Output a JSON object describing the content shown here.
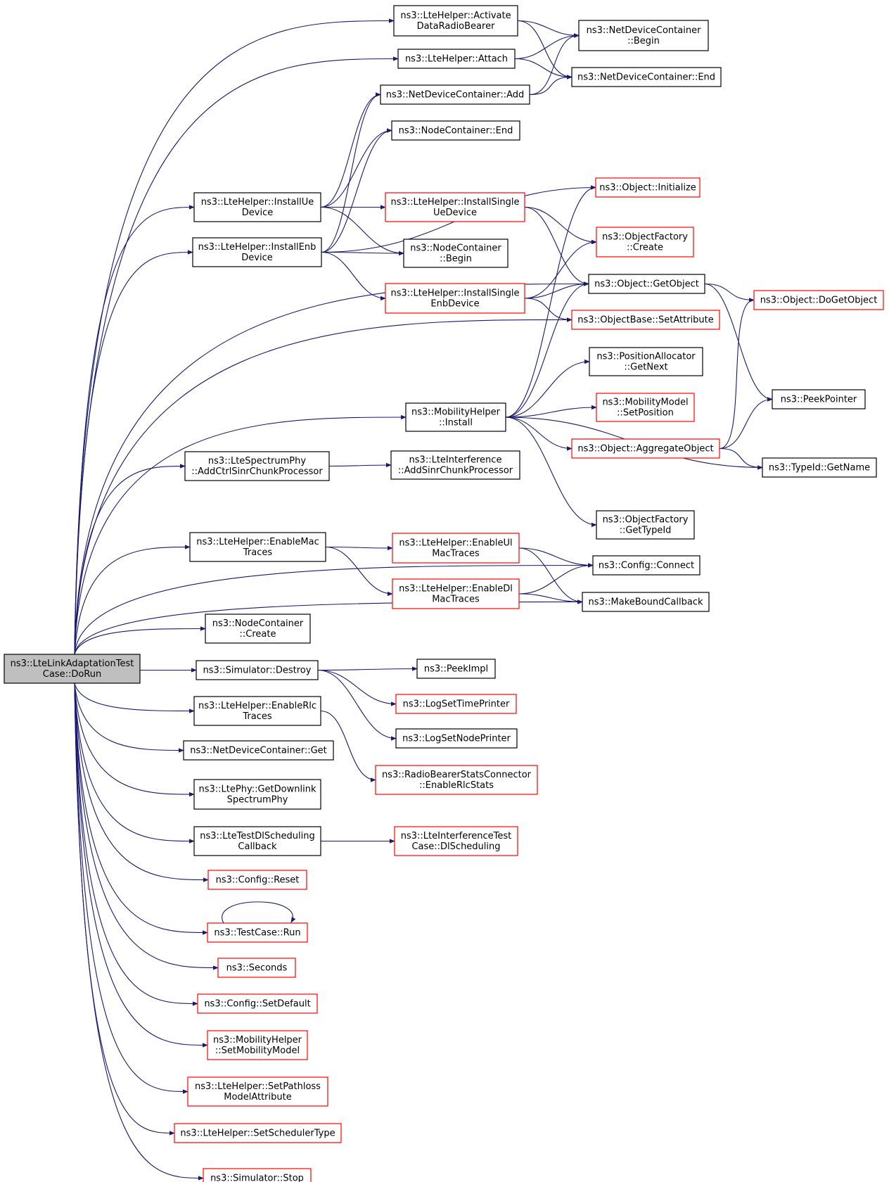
{
  "colors": {
    "edge": "#191970",
    "border_linked": "#000000",
    "border_unlinked": "#ff0000",
    "root_fill": "#bfbfbf",
    "fill": "#ffffff"
  },
  "nodes": [
    {
      "id": "root",
      "lines": [
        "ns3::LteLinkAdaptationTest",
        "Case::DoRun"
      ],
      "style": "root"
    },
    {
      "id": "activate",
      "lines": [
        "ns3::LteHelper::Activate",
        "DataRadioBearer"
      ],
      "style": "black"
    },
    {
      "id": "attach",
      "lines": [
        "ns3::LteHelper::Attach"
      ],
      "style": "black"
    },
    {
      "id": "ndcAdd",
      "lines": [
        "ns3::NetDeviceContainer::Add"
      ],
      "style": "black"
    },
    {
      "id": "ncEnd",
      "lines": [
        "ns3::NodeContainer::End"
      ],
      "style": "black"
    },
    {
      "id": "ndcBegin",
      "lines": [
        "ns3::NetDeviceContainer",
        "::Begin"
      ],
      "style": "black"
    },
    {
      "id": "ndcEnd",
      "lines": [
        "ns3::NetDeviceContainer::End"
      ],
      "style": "black"
    },
    {
      "id": "installUe",
      "lines": [
        "ns3::LteHelper::InstallUe",
        "Device"
      ],
      "style": "black"
    },
    {
      "id": "installEnb",
      "lines": [
        "ns3::LteHelper::InstallEnb",
        "Device"
      ],
      "style": "black"
    },
    {
      "id": "installSingleUe",
      "lines": [
        "ns3::LteHelper::InstallSingle",
        "UeDevice"
      ],
      "style": "red"
    },
    {
      "id": "installSingleEnb",
      "lines": [
        "ns3::LteHelper::InstallSingle",
        "EnbDevice"
      ],
      "style": "red"
    },
    {
      "id": "ncBegin",
      "lines": [
        "ns3::NodeContainer",
        "::Begin"
      ],
      "style": "black"
    },
    {
      "id": "objInit",
      "lines": [
        "ns3::Object::Initialize"
      ],
      "style": "red"
    },
    {
      "id": "ofCreate",
      "lines": [
        "ns3::ObjectFactory",
        "::Create"
      ],
      "style": "red"
    },
    {
      "id": "getObject",
      "lines": [
        "ns3::Object::GetObject"
      ],
      "style": "black"
    },
    {
      "id": "doGetObject",
      "lines": [
        "ns3::Object::DoGetObject"
      ],
      "style": "red"
    },
    {
      "id": "setAttr",
      "lines": [
        "ns3::ObjectBase::SetAttribute"
      ],
      "style": "red"
    },
    {
      "id": "posAlloc",
      "lines": [
        "ns3::PositionAllocator",
        "::GetNext"
      ],
      "style": "black"
    },
    {
      "id": "mobInstall",
      "lines": [
        "ns3::MobilityHelper",
        "::Install"
      ],
      "style": "black"
    },
    {
      "id": "mobSetPos",
      "lines": [
        "ns3::MobilityModel",
        "::SetPosition"
      ],
      "style": "red"
    },
    {
      "id": "peekPointer",
      "lines": [
        "ns3::PeekPointer"
      ],
      "style": "black"
    },
    {
      "id": "aggregate",
      "lines": [
        "ns3::Object::AggregateObject"
      ],
      "style": "red"
    },
    {
      "id": "typeIdName",
      "lines": [
        "ns3::TypeId::GetName"
      ],
      "style": "black"
    },
    {
      "id": "addCtrl",
      "lines": [
        "ns3::LteSpectrumPhy",
        "::AddCtrlSinrChunkProcessor"
      ],
      "style": "black"
    },
    {
      "id": "addSinr",
      "lines": [
        "ns3::LteInterference",
        "::AddSinrChunkProcessor"
      ],
      "style": "black"
    },
    {
      "id": "ofGetTypeId",
      "lines": [
        "ns3::ObjectFactory",
        "::GetTypeId"
      ],
      "style": "black"
    },
    {
      "id": "enableMac",
      "lines": [
        "ns3::LteHelper::EnableMac",
        "Traces"
      ],
      "style": "black"
    },
    {
      "id": "enableUl",
      "lines": [
        "ns3::LteHelper::EnableUl",
        "MacTraces"
      ],
      "style": "red"
    },
    {
      "id": "enableDl",
      "lines": [
        "ns3::LteHelper::EnableDl",
        "MacTraces"
      ],
      "style": "red"
    },
    {
      "id": "cfgConnect",
      "lines": [
        "ns3::Config::Connect"
      ],
      "style": "black"
    },
    {
      "id": "mkBound",
      "lines": [
        "ns3::MakeBoundCallback"
      ],
      "style": "black"
    },
    {
      "id": "ncCreate",
      "lines": [
        "ns3::NodeContainer",
        "::Create"
      ],
      "style": "black"
    },
    {
      "id": "simDestroy",
      "lines": [
        "ns3::Simulator::Destroy"
      ],
      "style": "black"
    },
    {
      "id": "peekImpl",
      "lines": [
        "ns3::PeekImpl"
      ],
      "style": "black"
    },
    {
      "id": "logTime",
      "lines": [
        "ns3::LogSetTimePrinter"
      ],
      "style": "red"
    },
    {
      "id": "logNode",
      "lines": [
        "ns3::LogSetNodePrinter"
      ],
      "style": "black"
    },
    {
      "id": "enableRlc",
      "lines": [
        "ns3::LteHelper::EnableRlc",
        "Traces"
      ],
      "style": "black"
    },
    {
      "id": "ndcGet",
      "lines": [
        "ns3::NetDeviceContainer::Get"
      ],
      "style": "black"
    },
    {
      "id": "rbStats",
      "lines": [
        "ns3::RadioBearerStatsConnector",
        "::EnableRlcStats"
      ],
      "style": "red"
    },
    {
      "id": "ltePhy",
      "lines": [
        "ns3::LtePhy::GetDownlink",
        "SpectrumPhy"
      ],
      "style": "black"
    },
    {
      "id": "lteTest",
      "lines": [
        "ns3::LteTestDlScheduling",
        "Callback"
      ],
      "style": "black"
    },
    {
      "id": "interfTest",
      "lines": [
        "ns3::LteInterferenceTest",
        "Case::DlScheduling"
      ],
      "style": "red"
    },
    {
      "id": "cfgReset",
      "lines": [
        "ns3::Config::Reset"
      ],
      "style": "red"
    },
    {
      "id": "tcRun",
      "lines": [
        "ns3::TestCase::Run"
      ],
      "style": "red"
    },
    {
      "id": "seconds",
      "lines": [
        "ns3::Seconds"
      ],
      "style": "red"
    },
    {
      "id": "cfgSetDefault",
      "lines": [
        "ns3::Config::SetDefault"
      ],
      "style": "red"
    },
    {
      "id": "mobSetModel",
      "lines": [
        "ns3::MobilityHelper",
        "::SetMobilityModel"
      ],
      "style": "red"
    },
    {
      "id": "setPathloss",
      "lines": [
        "ns3::LteHelper::SetPathloss",
        "ModelAttribute"
      ],
      "style": "red"
    },
    {
      "id": "setSched",
      "lines": [
        "ns3::LteHelper::SetSchedulerType"
      ],
      "style": "red"
    },
    {
      "id": "simStop",
      "lines": [
        "ns3::Simulator::Stop"
      ],
      "style": "red"
    }
  ],
  "edges": [
    [
      "root",
      "activate"
    ],
    [
      "root",
      "attach"
    ],
    [
      "root",
      "installUe"
    ],
    [
      "root",
      "installEnb"
    ],
    [
      "root",
      "getObject"
    ],
    [
      "root",
      "setAttr"
    ],
    [
      "root",
      "mobInstall"
    ],
    [
      "root",
      "addCtrl"
    ],
    [
      "root",
      "cfgConnect"
    ],
    [
      "root",
      "enableMac"
    ],
    [
      "root",
      "mkBound"
    ],
    [
      "root",
      "ncCreate"
    ],
    [
      "root",
      "simDestroy"
    ],
    [
      "root",
      "enableRlc"
    ],
    [
      "root",
      "ndcGet"
    ],
    [
      "root",
      "ltePhy"
    ],
    [
      "root",
      "lteTest"
    ],
    [
      "root",
      "cfgReset"
    ],
    [
      "root",
      "tcRun"
    ],
    [
      "root",
      "seconds"
    ],
    [
      "root",
      "cfgSetDefault"
    ],
    [
      "root",
      "mobSetModel"
    ],
    [
      "root",
      "setPathloss"
    ],
    [
      "root",
      "setSched"
    ],
    [
      "root",
      "simStop"
    ],
    [
      "activate",
      "ndcBegin"
    ],
    [
      "activate",
      "ndcEnd"
    ],
    [
      "attach",
      "ndcBegin"
    ],
    [
      "attach",
      "ndcEnd"
    ],
    [
      "ndcAdd",
      "ndcBegin"
    ],
    [
      "ndcAdd",
      "ndcEnd"
    ],
    [
      "installUe",
      "ndcAdd"
    ],
    [
      "installUe",
      "ncEnd"
    ],
    [
      "installUe",
      "installSingleUe"
    ],
    [
      "installUe",
      "ncBegin"
    ],
    [
      "installEnb",
      "ndcAdd"
    ],
    [
      "installEnb",
      "ncEnd"
    ],
    [
      "installEnb",
      "objInit"
    ],
    [
      "installEnb",
      "ncBegin"
    ],
    [
      "installEnb",
      "installSingleEnb"
    ],
    [
      "installSingleUe",
      "ofCreate"
    ],
    [
      "installSingleUe",
      "getObject"
    ],
    [
      "installSingleEnb",
      "ofCreate"
    ],
    [
      "installSingleEnb",
      "getObject"
    ],
    [
      "installSingleEnb",
      "setAttr"
    ],
    [
      "getObject",
      "doGetObject"
    ],
    [
      "getObject",
      "peekPointer"
    ],
    [
      "mobInstall",
      "objInit"
    ],
    [
      "mobInstall",
      "getObject"
    ],
    [
      "mobInstall",
      "posAlloc"
    ],
    [
      "mobInstall",
      "mobSetPos"
    ],
    [
      "mobInstall",
      "aggregate"
    ],
    [
      "mobInstall",
      "typeIdName"
    ],
    [
      "mobInstall",
      "ofGetTypeId"
    ],
    [
      "aggregate",
      "doGetObject"
    ],
    [
      "aggregate",
      "peekPointer"
    ],
    [
      "aggregate",
      "typeIdName"
    ],
    [
      "addCtrl",
      "addSinr"
    ],
    [
      "enableMac",
      "enableUl"
    ],
    [
      "enableMac",
      "enableDl"
    ],
    [
      "enableUl",
      "cfgConnect"
    ],
    [
      "enableUl",
      "mkBound"
    ],
    [
      "enableDl",
      "cfgConnect"
    ],
    [
      "enableDl",
      "mkBound"
    ],
    [
      "simDestroy",
      "peekImpl"
    ],
    [
      "simDestroy",
      "logTime"
    ],
    [
      "simDestroy",
      "logNode"
    ],
    [
      "enableRlc",
      "rbStats"
    ],
    [
      "lteTest",
      "interfTest"
    ],
    [
      "tcRun",
      "tcRun"
    ]
  ]
}
